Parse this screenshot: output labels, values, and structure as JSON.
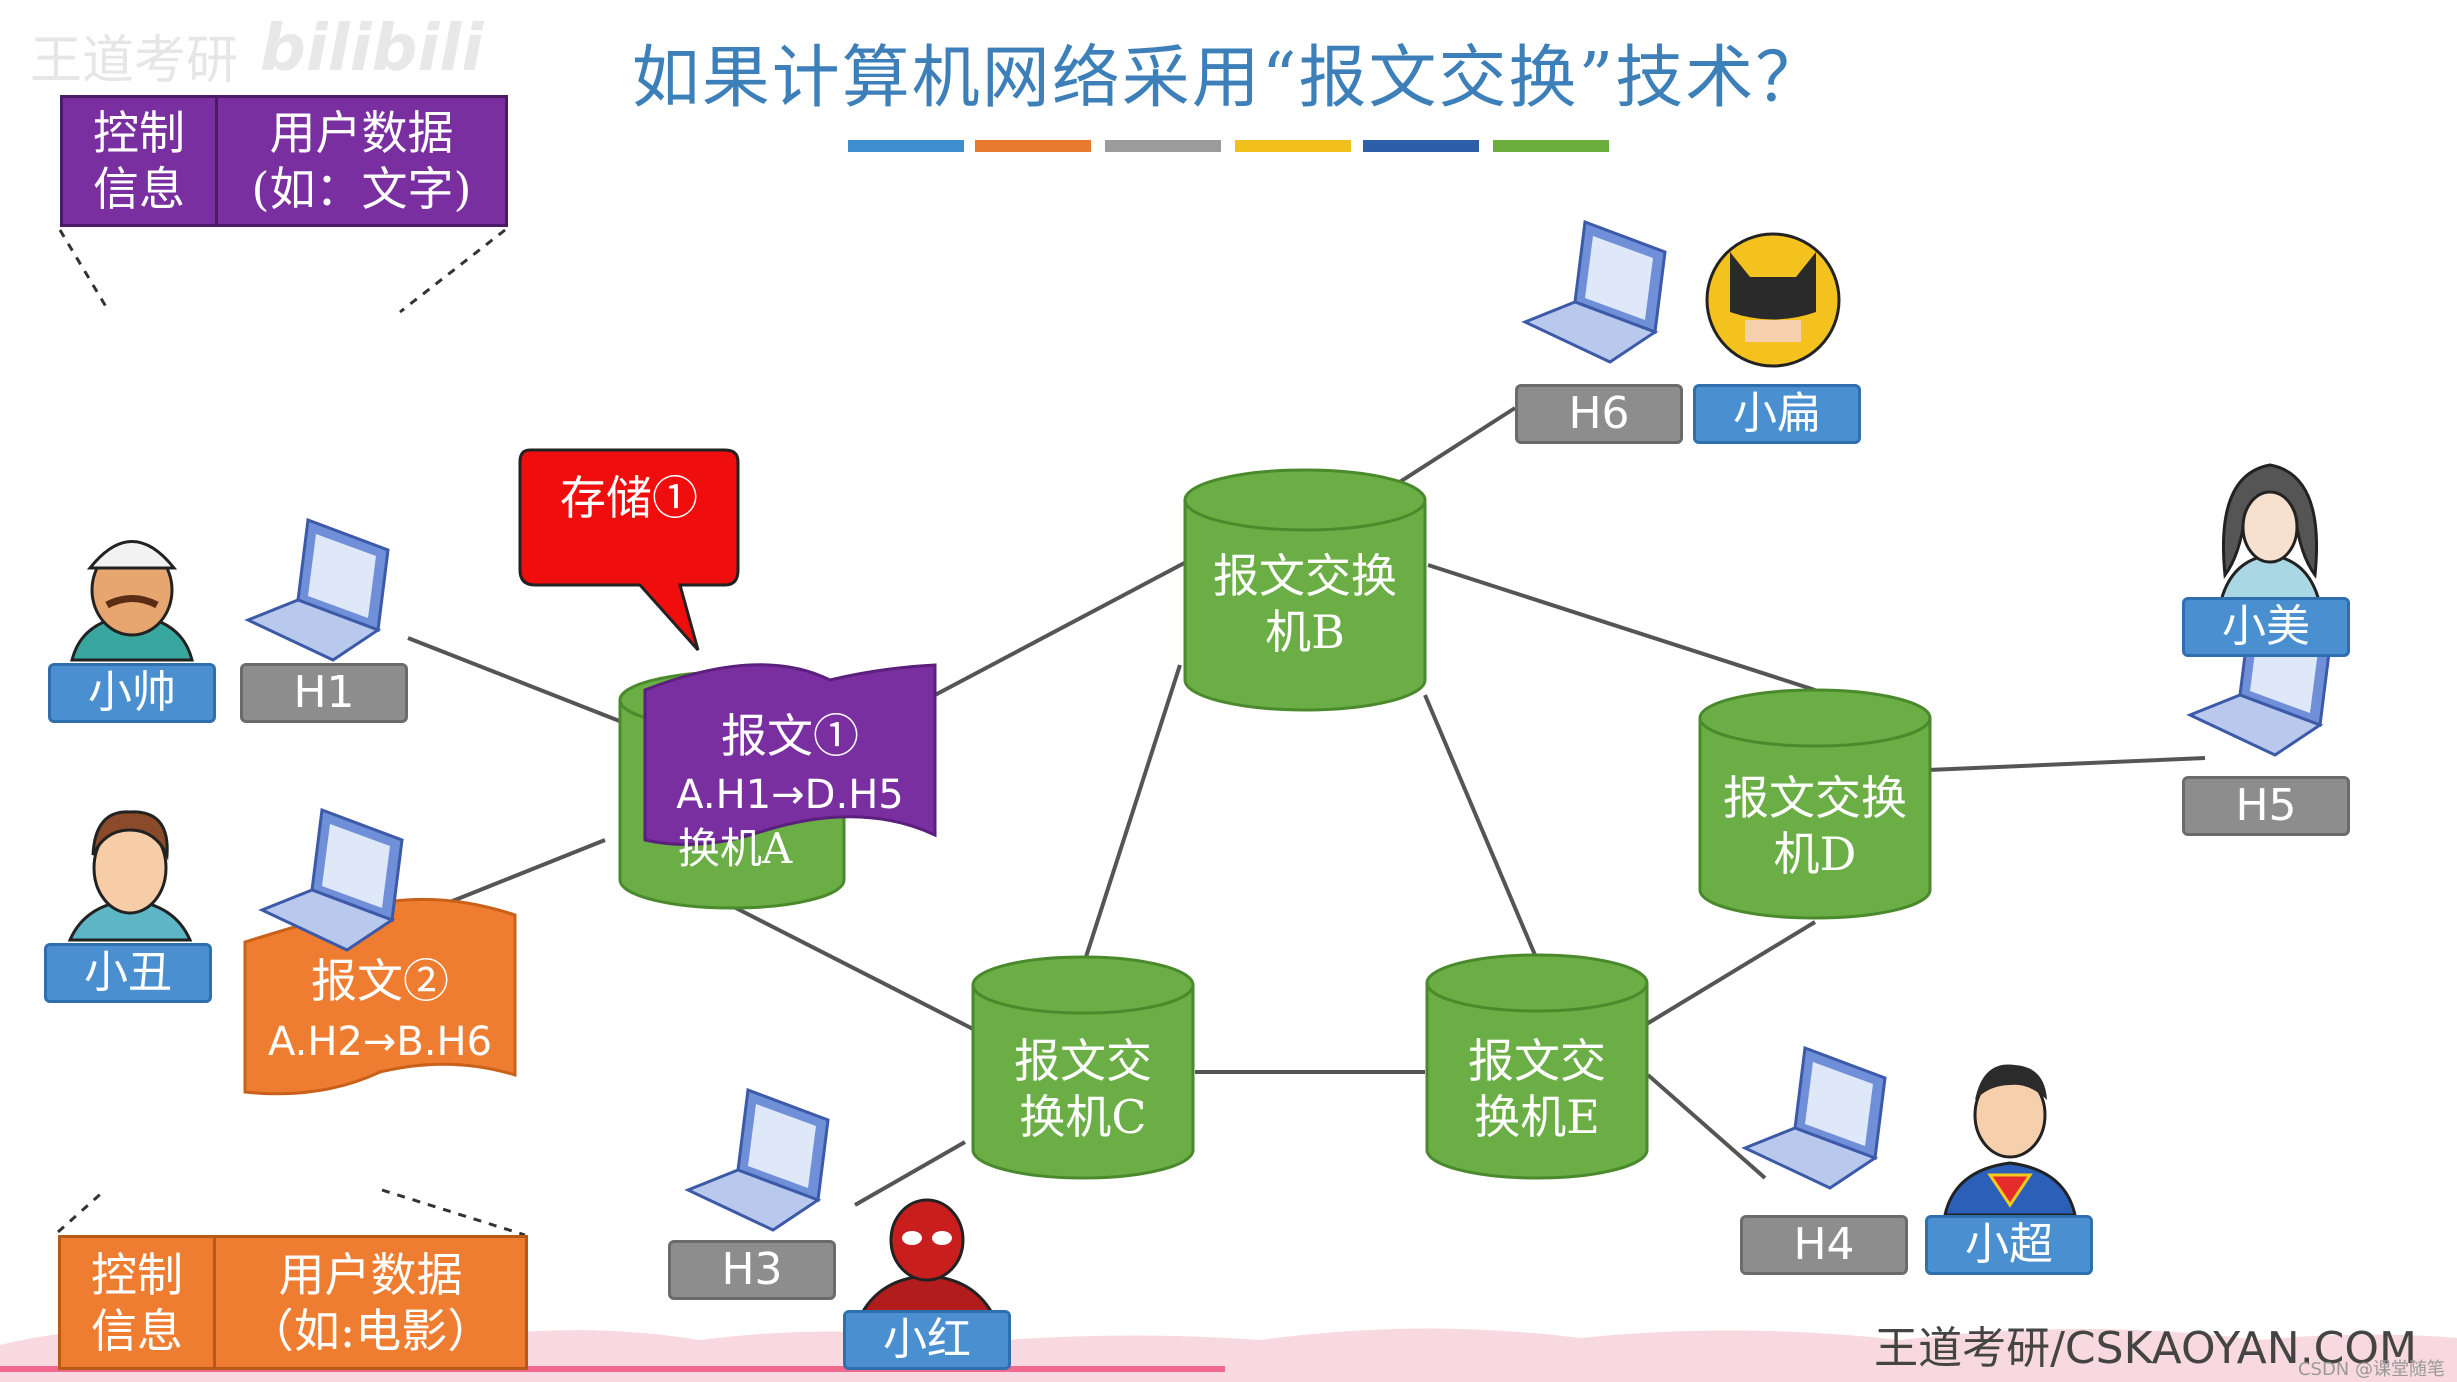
{
  "title": "如果计算机网络采用“报文交换”技术？",
  "stripe_colors": [
    "#3f8fd0",
    "#e87a30",
    "#9b9b9b",
    "#f2c01c",
    "#2c5fa8",
    "#6cae3d"
  ],
  "watermark": "王道考研",
  "top_packet": {
    "control": [
      "控制",
      "信息"
    ],
    "data": [
      "用户数据",
      "(如：文字)"
    ]
  },
  "bottom_packet": {
    "control": [
      "控制",
      "信息"
    ],
    "data": [
      "用户数据",
      "（如:电影）"
    ]
  },
  "switches": {
    "A": [
      "换机A"
    ],
    "B": [
      "报文交换",
      "机B"
    ],
    "C": [
      "报文交",
      "换机C"
    ],
    "D": [
      "报文交换",
      "机D"
    ],
    "E": [
      "报文交",
      "换机E"
    ]
  },
  "hosts": {
    "H1": "H1",
    "H3": "H3",
    "H4": "H4",
    "H5": "H5",
    "H6": "H6"
  },
  "users": {
    "shuai": "小帅",
    "chou": "小丑",
    "hong": "小红",
    "chao": "小超",
    "bian": "小扁",
    "mei": "小美"
  },
  "callout": "存储①",
  "message1": {
    "name": "报文①",
    "route": "A.H1→D.H5"
  },
  "message2": {
    "name": "报文②",
    "route": "A.H2→B.H6"
  },
  "footer": "王道考研/CSKAOYAN.COM",
  "credit": "CSDN @课堂随笔",
  "colors": {
    "switch": "#6aae45",
    "msg1": "#7a2fa0",
    "msg2": "#ee7d31",
    "callout": "#f00d0d",
    "title": "#3d7fb8"
  }
}
